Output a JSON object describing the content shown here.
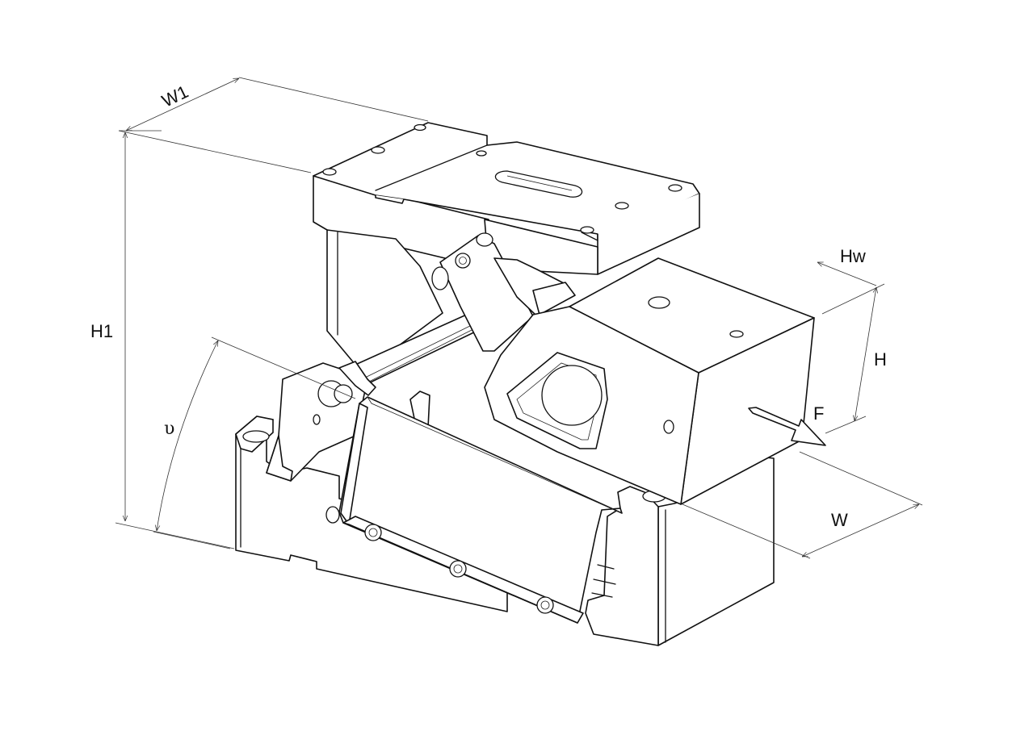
{
  "labels": {
    "w1": "W1",
    "h1": "H1",
    "hw": "Hw",
    "h": "H",
    "f": "F",
    "w": "W",
    "upsilon": "υ"
  },
  "colors": {
    "line": "#111111",
    "background": "#ffffff"
  }
}
